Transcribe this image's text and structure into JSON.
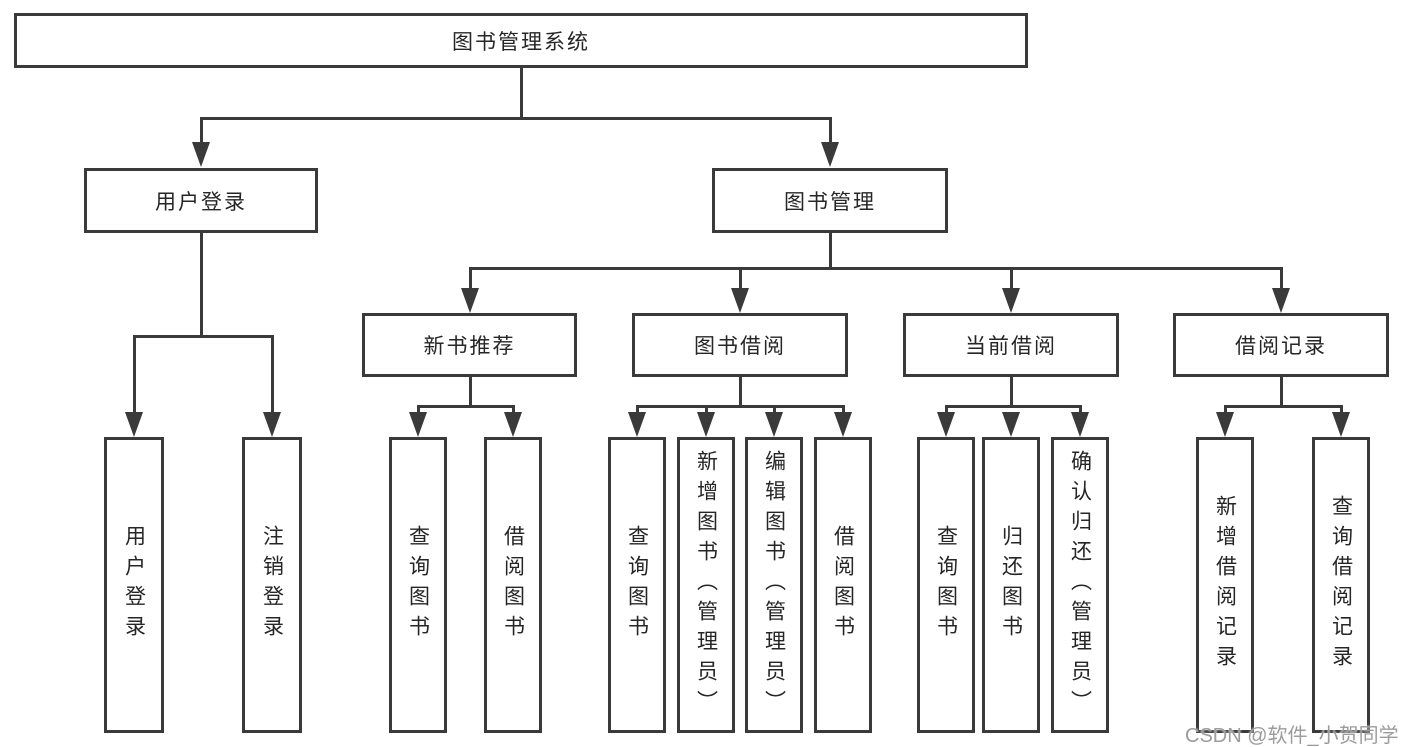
{
  "diagram": {
    "title": "图书管理系统",
    "level2": [
      {
        "label": "用户登录"
      },
      {
        "label": "图书管理"
      }
    ],
    "level3": [
      {
        "label": "新书推荐"
      },
      {
        "label": "图书借阅"
      },
      {
        "label": "当前借阅"
      },
      {
        "label": "借阅记录"
      }
    ],
    "leaves": [
      {
        "label": "用户登录"
      },
      {
        "label": "注销登录"
      },
      {
        "label": "查询图书"
      },
      {
        "label": "借阅图书"
      },
      {
        "label": "查询图书"
      },
      {
        "label": "新增图书（管理员）"
      },
      {
        "label": "编辑图书（管理员）"
      },
      {
        "label": "借阅图书"
      },
      {
        "label": "查询图书"
      },
      {
        "label": "归还图书"
      },
      {
        "label": "确认归还（管理员）"
      },
      {
        "label": "新增借阅记录"
      },
      {
        "label": "查询借阅记录"
      }
    ],
    "watermark": "CSDN @软件_小贺同学",
    "colors": {
      "line": "#3a3a3a",
      "text": "#262626",
      "background": "#ffffff",
      "watermark": "#9c9c9c"
    }
  }
}
